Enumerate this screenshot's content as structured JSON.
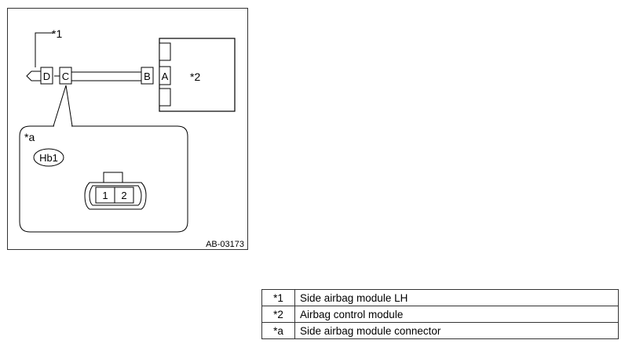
{
  "diagram": {
    "callouts": {
      "module_lh": "*1",
      "control_module": "*2",
      "connector_detail": "*a"
    },
    "connector_letters": [
      "D",
      "C",
      "B",
      "A"
    ],
    "connector_id": "Hb1",
    "pins": [
      "1",
      "2"
    ],
    "figure_code": "AB-03173"
  },
  "legend": [
    {
      "key": "*1",
      "desc": "Side airbag module LH"
    },
    {
      "key": "*2",
      "desc": "Airbag control module"
    },
    {
      "key": "*a",
      "desc": "Side airbag module connector"
    }
  ]
}
